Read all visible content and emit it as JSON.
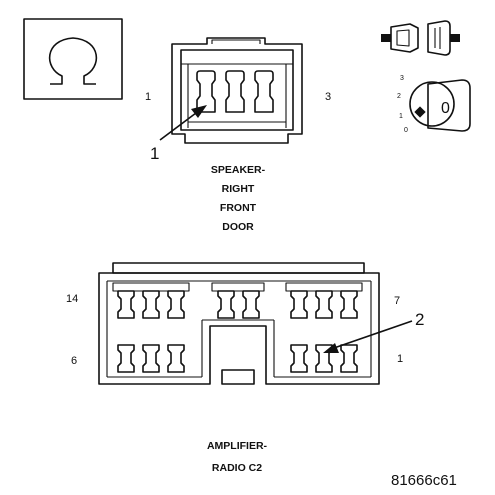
{
  "symbols": {
    "resistance_icon": "ohm-icon",
    "connector_view_icon": "connector-plug-icon",
    "ignition_icon": "ignition-key-icon",
    "ignition_positions": [
      "3",
      "2",
      "1",
      "0"
    ],
    "key_mark": "0"
  },
  "speaker_connector": {
    "pin_left": "1",
    "pin_right": "3",
    "callout": "1",
    "name_lines": [
      "SPEAKER-",
      "RIGHT",
      "FRONT",
      "DOOR"
    ]
  },
  "amplifier_connector": {
    "pin_top_left": "14",
    "pin_top_right": "7",
    "pin_bottom_left": "6",
    "pin_bottom_right": "1",
    "callout": "2",
    "name_lines": [
      "AMPLIFIER-",
      "RADIO C2"
    ]
  },
  "figure_id": "81666c61",
  "colors": {
    "ink": "#111111",
    "paper": "#ffffff"
  }
}
